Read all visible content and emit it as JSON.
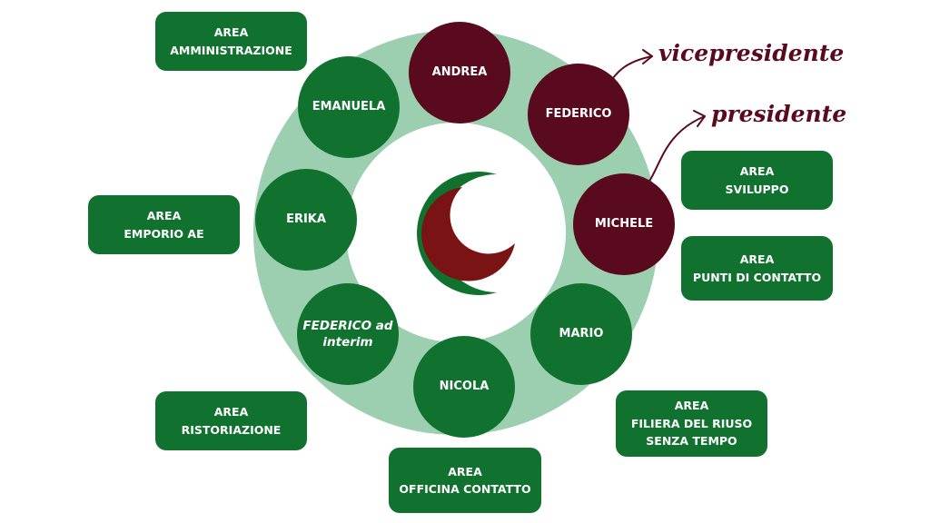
{
  "colors": {
    "green": "#11722f",
    "maroon": "#5a0a1f",
    "ring": "#9ccfb0"
  },
  "roles": {
    "vicepresident": "vicepresidente",
    "president": "presidente"
  },
  "members": {
    "andrea": "ANDREA",
    "federico": "FEDERICO",
    "michele": "MICHELE",
    "mario": "MARIO",
    "nicola": "NICOLA",
    "federico_interim": "FEDERICO ad interim",
    "erika": "ERIKA",
    "emanuela": "EMANUELA"
  },
  "areas": {
    "amministrazione": {
      "line1": "AREA",
      "line2": "AMMINISTRAZIONE"
    },
    "emporio": {
      "line1": "AREA",
      "line2": "EMPORIO AE"
    },
    "ristoriazione": {
      "line1": "AREA",
      "line2": "RISTORIAZIONE"
    },
    "officina": {
      "line1": "AREA",
      "line2": "OFFICINA CONTATTO"
    },
    "sviluppo": {
      "line1": "AREA",
      "line2": "SVILUPPO"
    },
    "punti": {
      "line1": "AREA",
      "line2": "PUNTI DI CONTATTO"
    },
    "filiera": {
      "line1": "AREA",
      "line2": "FILIERA DEL RIUSO",
      "line3": "SENZA TEMPO"
    }
  }
}
